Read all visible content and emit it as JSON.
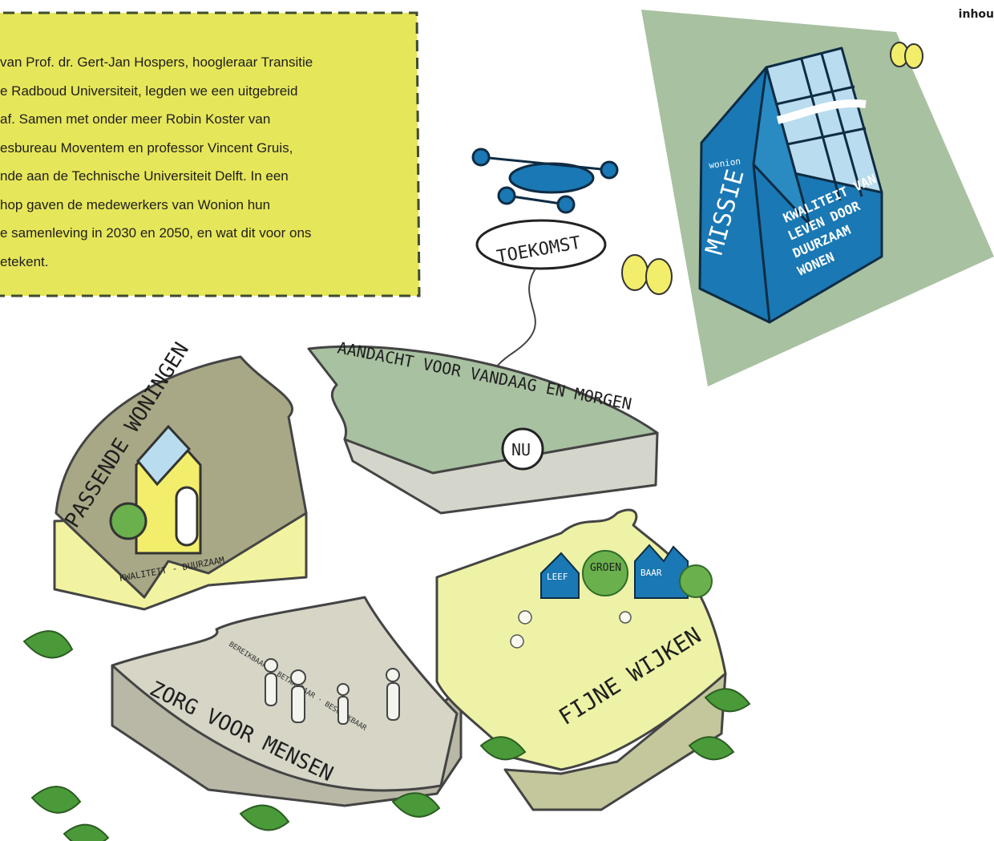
{
  "nav": {
    "label": "inhou"
  },
  "intro": {
    "lines": [
      "van Prof. dr. Gert-Jan Hospers, hoogleraar Transitie",
      "e Radboud Universiteit, legden we een uitgebreid",
      "af. Samen met onder meer Robin Koster van",
      "esbureau Moventem en professor Vincent Gruis,",
      "nde aan de Technische Universiteit Delft. In een",
      "hop gaven de medewerkers van Wonion hun",
      "e samenleving in 2030 en 2050, en wat dit voor ons",
      "etekent."
    ]
  },
  "illustration": {
    "drone_sign": "TOEKOMST",
    "mission": {
      "brand": "wonion",
      "title": "MISSIE",
      "lines": [
        "KWALITEIT VAN",
        "LEVEN DOOR",
        "DUURZAAM",
        "WONEN"
      ]
    },
    "pieces": {
      "top_right": {
        "title": "AANDACHT VOOR VANDAAG EN MORGEN",
        "bubble": "NU"
      },
      "top_left": {
        "title": "PASSENDE WONINGEN",
        "subtitle": "KWALITEIT - DUURZAAM"
      },
      "bottom_left": {
        "title": "ZORG VOOR MENSEN",
        "subtitle": "BEREIKBAAR · BETAALBAAR · BESCHIKBAAR"
      },
      "bottom_right": {
        "title": "FIJNE WIJKEN",
        "signs": [
          "LEEF",
          "GROEN",
          "BAAR"
        ]
      }
    }
  },
  "colors": {
    "callout_fill": "#e6e65a",
    "callout_border": "#3f4c2c",
    "panel_green": "#a8c1a1",
    "olive_piece": "#a9a886",
    "yellow_piece": "#edf2a6",
    "house_blue": "#1a78b4",
    "leaf_green": "#4a9a3a"
  }
}
